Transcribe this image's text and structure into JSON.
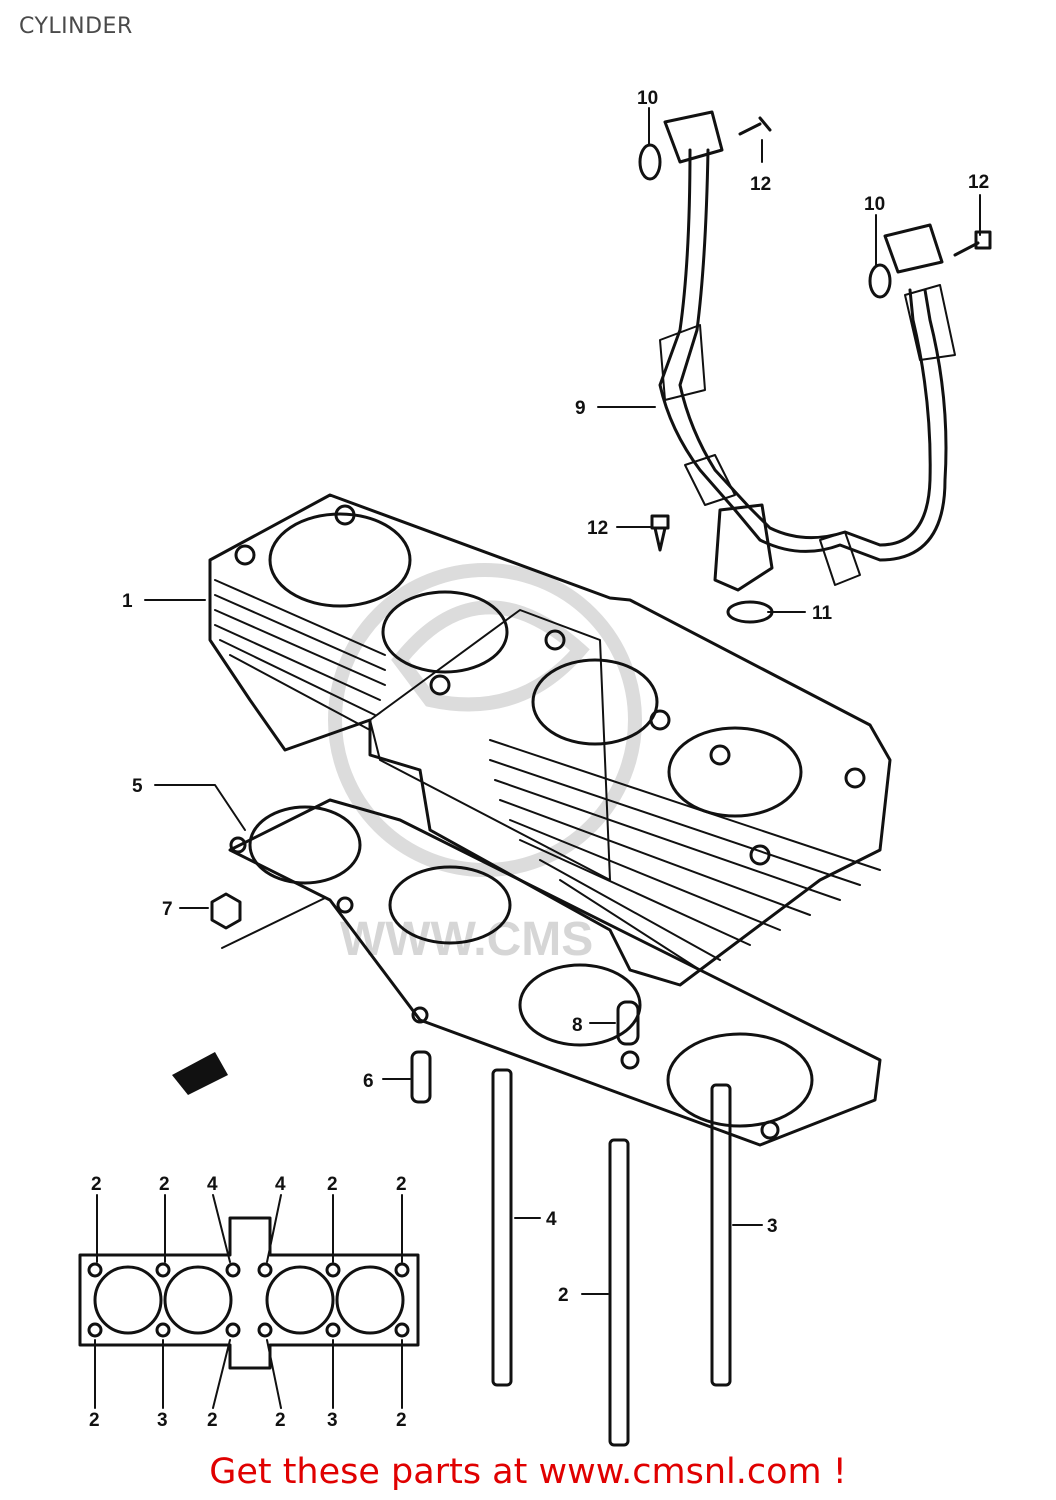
{
  "header": {
    "title": "CYLINDER"
  },
  "callouts": {
    "c1": "1",
    "c2": "2",
    "c3": "3",
    "c4": "4",
    "c5": "5",
    "c6": "6",
    "c7": "7",
    "c8": "8",
    "c9": "9",
    "c10": "10",
    "c11": "11",
    "c12": "12"
  },
  "watermark": {
    "text": "WWW.CMS"
  },
  "footer": {
    "prefix": "Get these parts at ",
    "link": "www.cmsnl.com",
    "suffix": " !"
  },
  "colors": {
    "line": "#111111",
    "watermark": "#d8d8d8",
    "footer": "#e00000"
  }
}
